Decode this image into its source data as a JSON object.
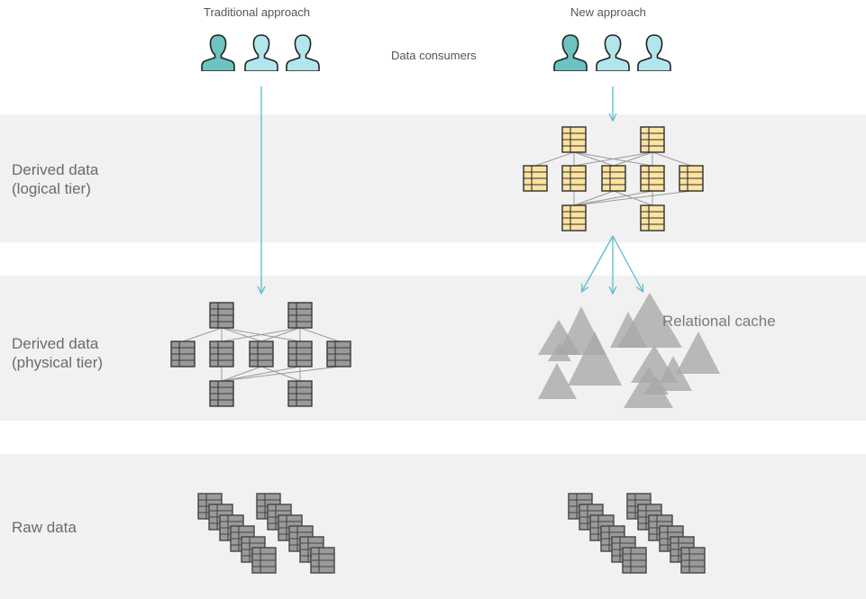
{
  "header": {
    "traditional_label": "Traditional approach",
    "new_label": "New approach",
    "consumers_label": "Data consumers"
  },
  "tiers": {
    "logical_label": "Derived data\n(logical tier)",
    "physical_label": "Derived data\n(physical tier)",
    "raw_label": "Raw data"
  },
  "cache": {
    "label": "Relational cache"
  },
  "colors": {
    "band": "#f1f1f1",
    "arrow": "#5bbccc",
    "user_dark": "#6cc3c0",
    "user_light": "#b2e6ec",
    "logical_table": "#fde3a0",
    "physical_table": "#9a9a9a",
    "cache_triangle": "#a8a8a8"
  },
  "icons": {
    "user": "person-icon",
    "table": "table-icon",
    "cache": "triangle-icon"
  }
}
